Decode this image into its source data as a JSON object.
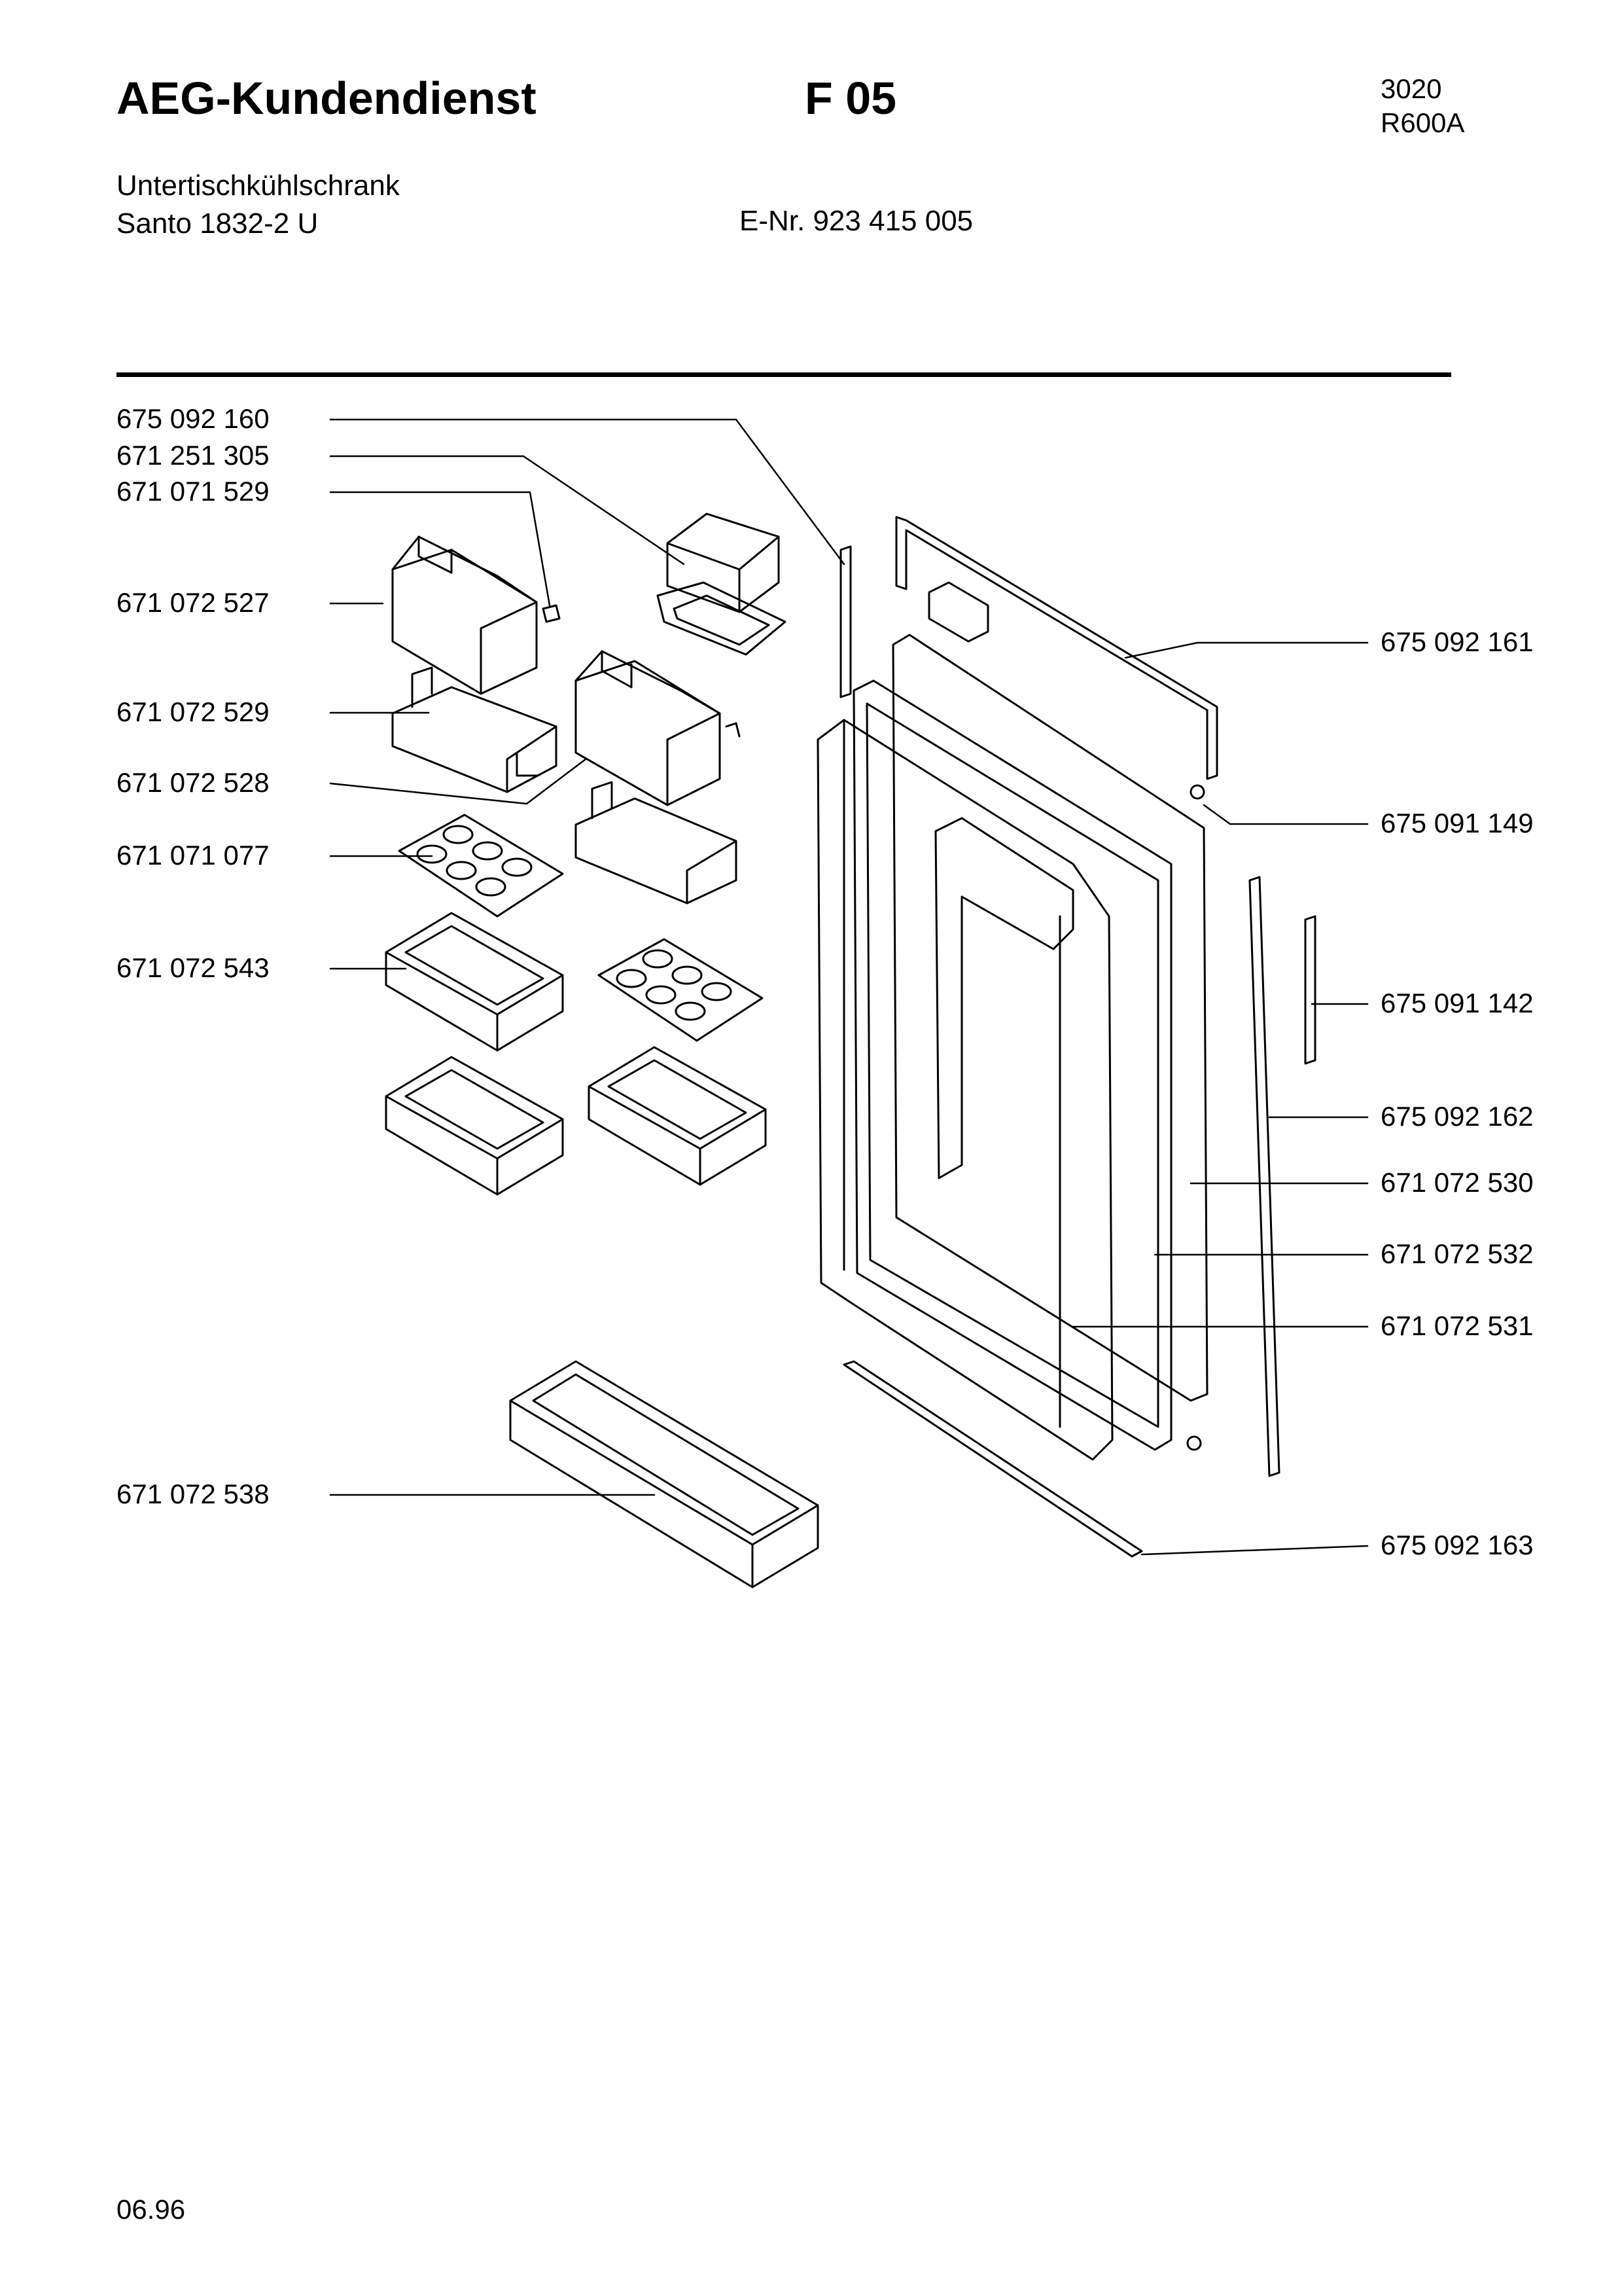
{
  "header": {
    "brand": "AEG-Kundendienst",
    "page_code": "F 05",
    "meta_line1": "3020",
    "meta_line2": "R600A"
  },
  "product": {
    "type": "Untertischkühlschrank",
    "model": "Santo 1832-2 U",
    "enr": "E-Nr. 923 415 005"
  },
  "parts_left": [
    "675 092 160",
    "671 251 305",
    "671 071 529",
    "671 072 527",
    "671 072 529",
    "671 072 528",
    "671 071 077",
    "671 072 543",
    "671 072 538"
  ],
  "parts_right": [
    "675 092 161",
    "675 091 149",
    "675 091 142",
    "675 092 162",
    "671 072 530",
    "671 072 532",
    "671 072 531",
    "675 092 163"
  ],
  "footer": {
    "date": "06.96"
  }
}
